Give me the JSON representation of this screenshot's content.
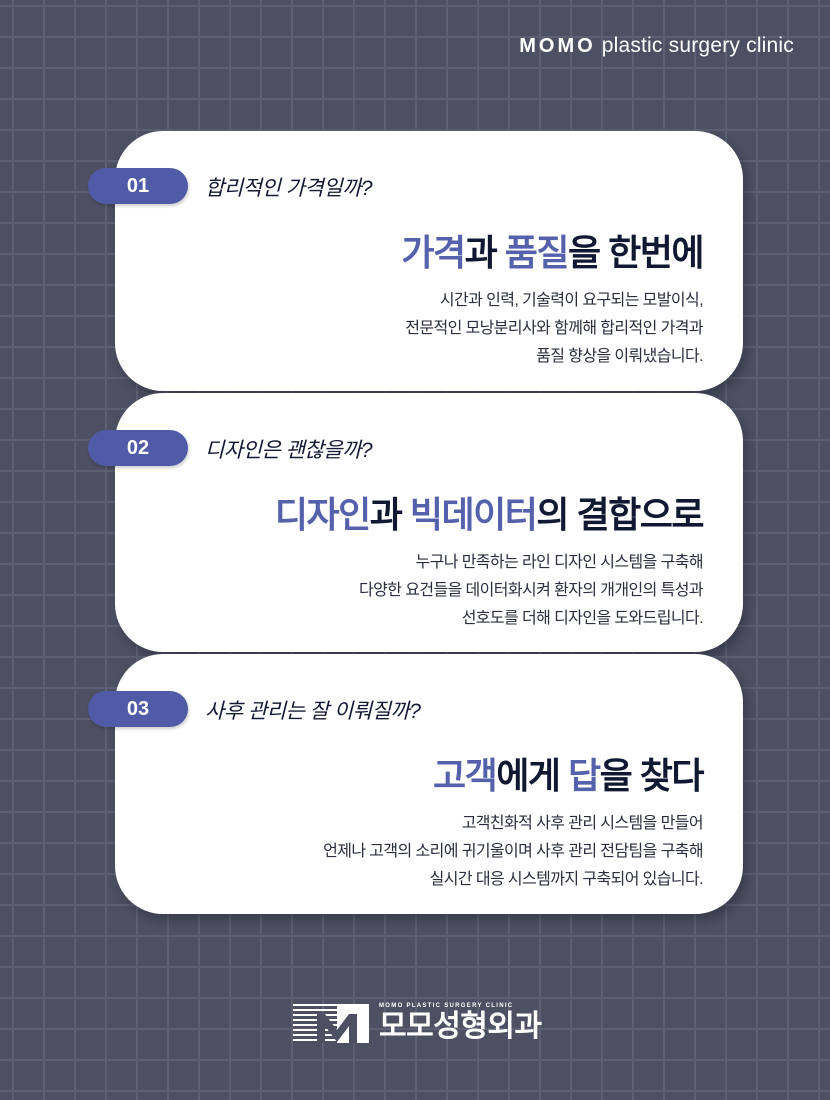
{
  "header": {
    "brand_bold": "MOMO",
    "brand_rest": "plastic surgery clinic"
  },
  "colors": {
    "background": "#4d5062",
    "grid": "#5c6072",
    "accent": "#5661ab",
    "badge": "#4f5ba6",
    "heading": "#111832",
    "card": "#ffffff"
  },
  "cards": [
    {
      "number": "01",
      "question": "합리적인 가격일까?",
      "headline": [
        {
          "text": "가격",
          "highlight": true
        },
        {
          "text": "과 ",
          "highlight": false
        },
        {
          "text": "품질",
          "highlight": true
        },
        {
          "text": "을 한번에",
          "highlight": false
        }
      ],
      "description": [
        "시간과 인력, 기술력이 요구되는 모발이식,",
        "전문적인 모낭분리사와 함께해 합리적인 가격과",
        "품질 향상을 이뤄냈습니다."
      ]
    },
    {
      "number": "02",
      "question": "디자인은 괜찮을까?",
      "headline": [
        {
          "text": "디자인",
          "highlight": true
        },
        {
          "text": "과 ",
          "highlight": false
        },
        {
          "text": "빅데이터",
          "highlight": true
        },
        {
          "text": "의 결합으로",
          "highlight": false
        }
      ],
      "description": [
        "누구나 만족하는 라인 디자인 시스템을 구축해",
        "다양한 요건들을 데이터화시켜 환자의 개개인의 특성과",
        "선호도를 더해 디자인을 도와드립니다."
      ]
    },
    {
      "number": "03",
      "question": "사후 관리는 잘 이뤄질까?",
      "headline": [
        {
          "text": "고객",
          "highlight": true
        },
        {
          "text": "에게 ",
          "highlight": false
        },
        {
          "text": "답",
          "highlight": true
        },
        {
          "text": "을 찾다",
          "highlight": false
        }
      ],
      "description": [
        "고객친화적 사후 관리 시스템을 만들어",
        "언제나 고객의 소리에 귀기울이며 사후 관리 전담팀을 구축해",
        "실시간 대응 시스템까지 구축되어 있습니다."
      ]
    }
  ],
  "footer": {
    "logo_icon": "momo-m-logo-icon",
    "subtitle": "MOMO PLASTIC SURGERY CLINIC",
    "name": "모모성형외과"
  }
}
